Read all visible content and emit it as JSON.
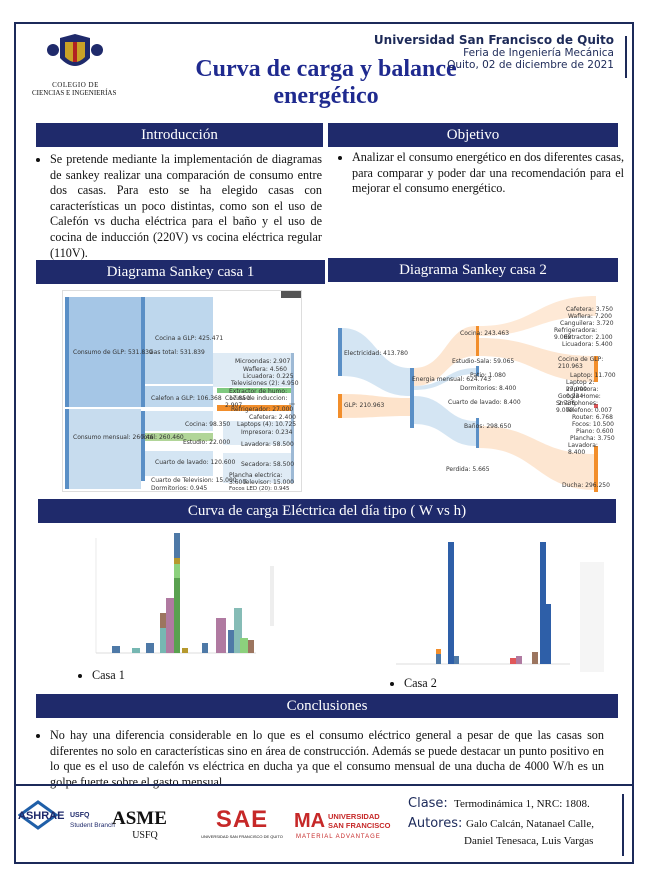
{
  "header": {
    "college_logo_line1": "COLEGIO DE",
    "college_logo_line2": "CIENCIAS E INGENIERÍAS",
    "title": "Curva de carga y balance energético",
    "university": "Universidad San Francisco de Quito",
    "event": "Feria de Ingeniería Mecánica",
    "date": "Quito, 02 de diciembre de 2021"
  },
  "sections": {
    "intro_title": "Introducción",
    "intro_text": "Se pretende mediante la implementación de diagramas de sankey realizar una comparación de consumo entre dos casas. Para esto se ha elegido casas con características un poco distintas, como son el uso de Calefón vs ducha eléctrica para el baño y el uso de cocina de inducción (220V) vs cocina eléctrica regular (110V).",
    "objective_title": "Objetivo",
    "objective_text": "Analizar el consumo energético en dos diferentes casas, para comparar y poder dar una recomendación para el mejorar el consumo energético.",
    "sankey1_title": "Diagrama Sankey casa 1",
    "sankey2_title": "Diagrama Sankey casa 2",
    "curve_title": "Curva de carga Eléctrica del día tipo ( W vs h)",
    "case1_label": "Casa 1",
    "case2_label": "Casa 2",
    "conclusions_title": "Conclusiones",
    "conclusions_text": "No hay una diferencia considerable en lo que es el consumo eléctrico general a pesar de que las casas son diferentes no solo en características sino en área de construcción. Además se puede destacar un punto positivo en lo que es el uso de calefón vs eléctrica en ducha ya que el consumo mensual de una ducha de 4000 W/h es un golpe fuerte sobre el gasto mensual."
  },
  "sankey1": {
    "nodes": [
      "Consumo de GLP: 531.839",
      "Cocina a GLP: 425.471",
      "Gas total: 531.839",
      "Calefon a GLP: 106.368",
      "Consumo mensual: 260.46",
      "Total: 260.460",
      "Cocina: 98.350",
      "Estudio: 22.000",
      "Cuarto de lavado: 120.600",
      "Cuarto de Television: 15.000",
      "Dormitorios: 0.945",
      "Microondas: 2.907",
      "Waflera: 4.560",
      "Licuadora: 0.225",
      "Televisiones (2): 4.950",
      "Extractor de humo: 17.850",
      "Cocina de induccion: 2.907",
      "Refrigerador: 27.000",
      "Cafetera: 2.400",
      "Laptops (4): 10.725",
      "Impresora: 0.234",
      "Lavadora: 58.500",
      "Secadora: 58.500",
      "Plancha electrica: 3.600",
      "Televisor: 15.000",
      "Focos LED (20): 0.945"
    ]
  },
  "sankey2": {
    "nodes": [
      "Electricidad: 413.780",
      "GLP: 210.963",
      "Energia mensual: 624.743",
      "Cocina: 243.463",
      "Estudio-Sala: 59.065",
      "Patio: 1.080",
      "Dormitorios: 8.400",
      "Cuarto de lavado: 8.400",
      "Baños: 298.650",
      "Perdida: 5.665",
      "Cafetera: 3.750",
      "Waflera: 7.200",
      "Canguilera: 3.720",
      "Refrigeradora: 9.000",
      "Extractor: 2.100",
      "Licuadora: 5.400",
      "Cocina de GLP: 210.963",
      "Laptop: 11.700",
      "Laptop 2: 27.000",
      "Impresora: 0.234",
      "Google Home: 2.736",
      "Smartphones: 9.000",
      "Telefono: 0.007",
      "Router: 6.768",
      "Focos: 10.500",
      "Piano: 0.600",
      "Plancha: 3.750",
      "Lavadora: 8.400",
      "Ducha: 296.250"
    ]
  },
  "logos": {
    "ashrae": "ASHRAE",
    "ashrae_sub1": "USFQ",
    "ashrae_sub2": "Student Branch",
    "asme": "ASME",
    "asme_sub": "USFQ",
    "sae": "SAE",
    "sae_sub": "UNIVERSIDAD SAN FRANCISCO DE QUITO",
    "ma": "MA",
    "ma_line1": "UNIVERSIDAD",
    "ma_line2": "SAN FRANCISCO",
    "ma_line3": "MATERIAL ADVANTAGE"
  },
  "footer": {
    "clase_label": "Clase:",
    "clase_value": "Termodinámica 1, NRC: 1808.",
    "autores_label": "Autores:",
    "autores_line1": "Galo Calcán, Natanael Calle,",
    "autores_line2": "Daniel Tenesaca, Luis Vargas"
  }
}
